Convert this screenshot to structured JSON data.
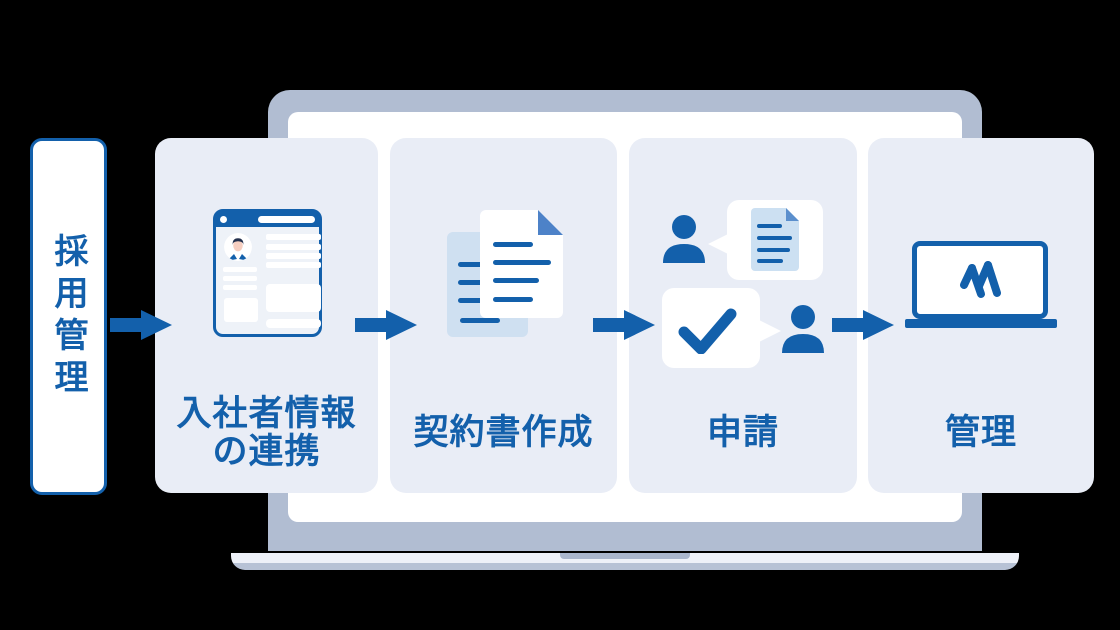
{
  "diagram_title": "recruitment-to-management workflow",
  "source": {
    "label": "採用管理"
  },
  "steps": [
    {
      "label": "入社者情報\nの連携",
      "icon": "profile-card-icon"
    },
    {
      "label": "契約書作成",
      "icon": "contract-documents-icon"
    },
    {
      "label": "申請",
      "icon": "request-approval-icon"
    },
    {
      "label": "管理",
      "icon": "laptop-icon"
    }
  ],
  "arrows": {
    "count": 4,
    "direction": "right"
  },
  "colors": {
    "primary_blue": "#1360ab",
    "panel_bg": "#e9edf6",
    "laptop_shell": "#b1bdd2",
    "laptop_base_light": "#eef1f8",
    "laptop_base_rim": "#b7c2d5",
    "light_document": "#cfe0f1",
    "fold_blue": "#4d82c8",
    "background": "#000000"
  }
}
